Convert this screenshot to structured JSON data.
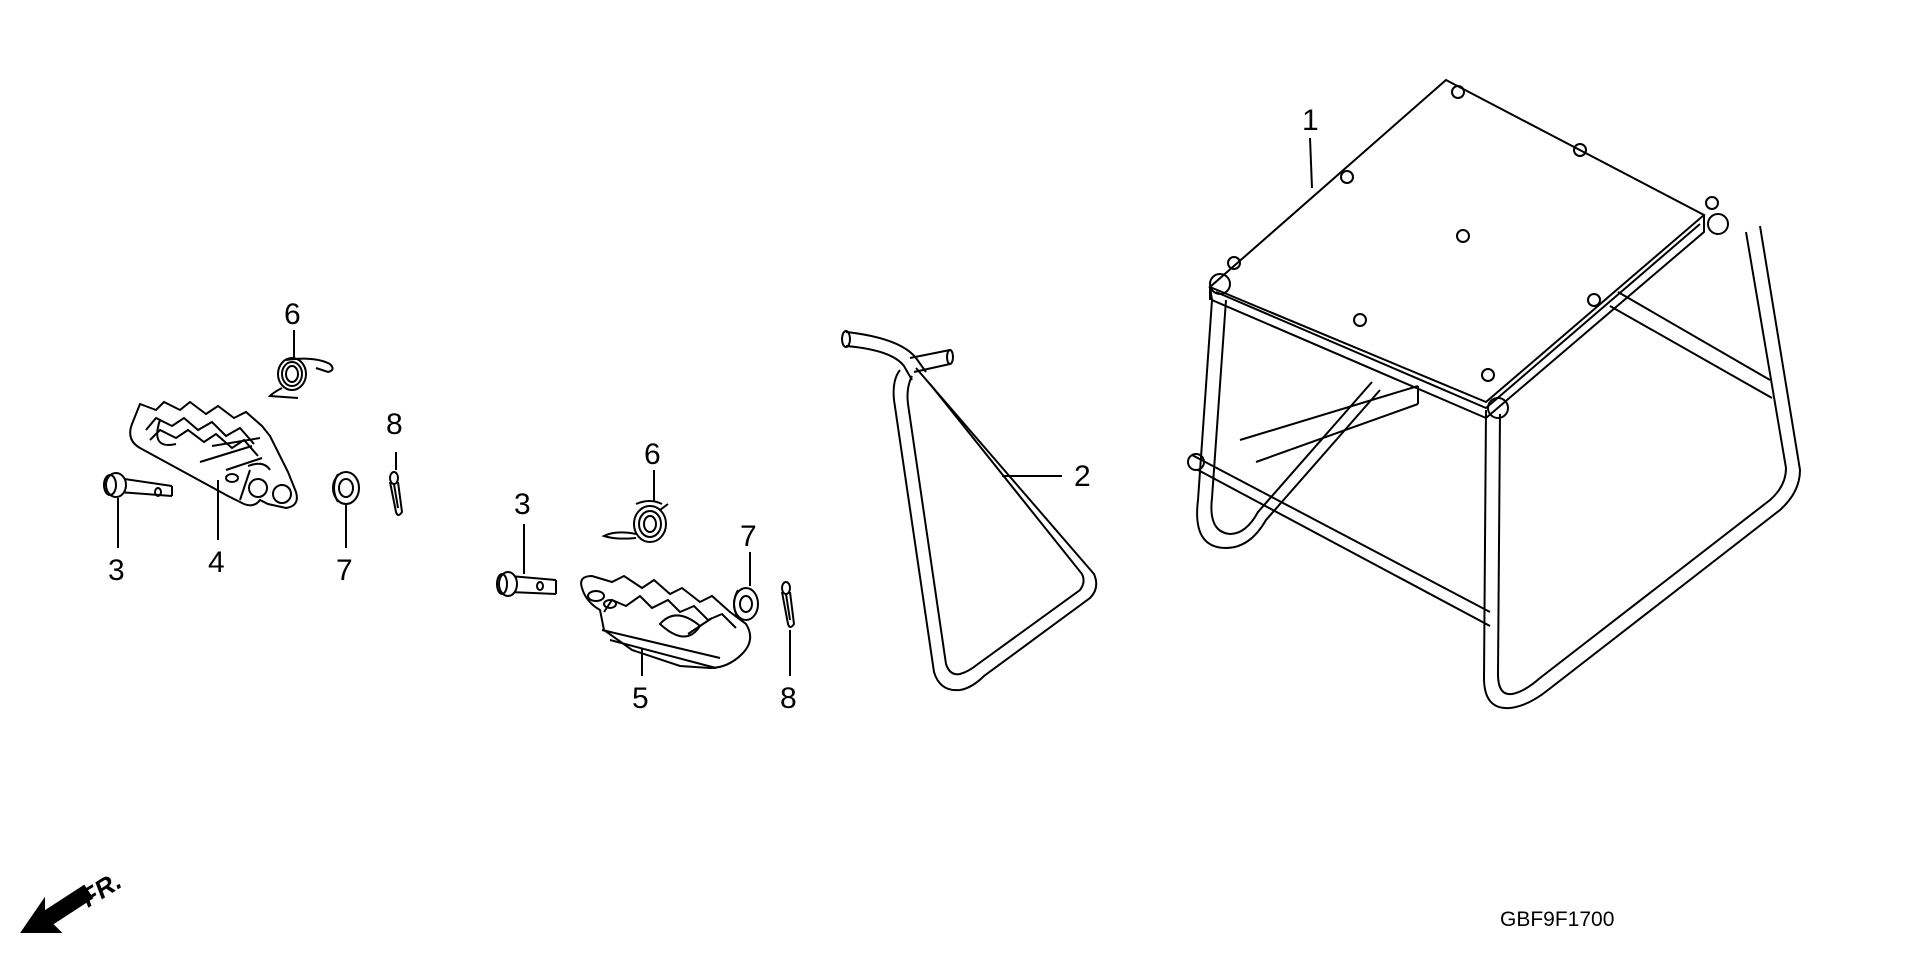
{
  "callouts": {
    "c1": "1",
    "c2": "2",
    "c3a": "3",
    "c3b": "3",
    "c4": "4",
    "c5": "5",
    "c6a": "6",
    "c6b": "6",
    "c7a": "7",
    "c7b": "7",
    "c8a": "8",
    "c8b": "8"
  },
  "front_indicator": "FR.",
  "diagram_code": "GBF9F1700",
  "colors": {
    "line": "#000000",
    "background": "#ffffff"
  }
}
